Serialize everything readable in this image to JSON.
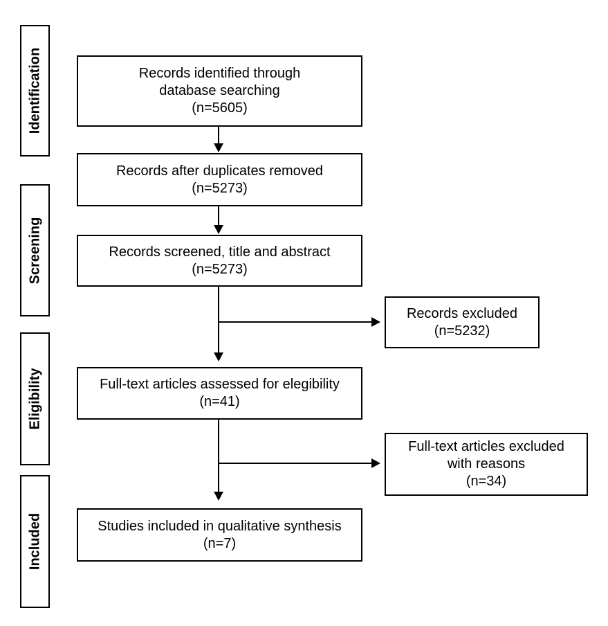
{
  "stages": {
    "identification": "Identification",
    "screening": "Screening",
    "eligibility": "Eligibility",
    "included": "Included"
  },
  "boxes": {
    "identified": [
      "Records identified through",
      "database searching",
      "(n=5605)"
    ],
    "duplicates_removed": [
      "Records after duplicates removed",
      "(n=5273)"
    ],
    "screened": [
      "Records screened, title and abstract",
      "(n=5273)"
    ],
    "excluded": [
      "Records excluded",
      "(n=5232)"
    ],
    "fulltext_assessed": [
      "Full-text articles assessed for elegibility",
      "(n=41)"
    ],
    "fulltext_excluded": [
      "Full-text articles excluded",
      "with reasons",
      "(n=34)"
    ],
    "included": [
      "Studies included in qualitative synthesis",
      "(n=7)"
    ]
  }
}
